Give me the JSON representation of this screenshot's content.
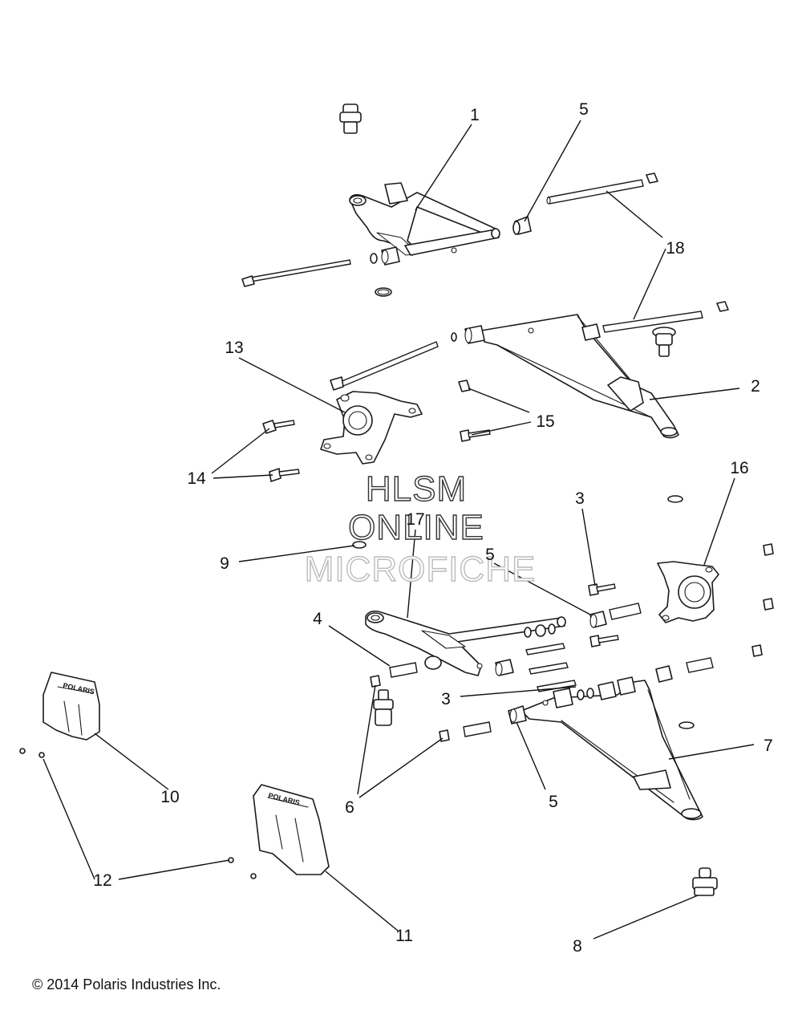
{
  "callouts": {
    "c1": "1",
    "c5a": "5",
    "c18": "18",
    "c13": "13",
    "c2": "2",
    "c15": "15",
    "c14": "14",
    "c16": "16",
    "c3a": "3",
    "c17": "17",
    "c9": "9",
    "c5b": "5",
    "c4": "4",
    "c3b": "3",
    "c7": "7",
    "c10": "10",
    "c6": "6",
    "c5c": "5",
    "c12": "12",
    "c11": "11",
    "c8": "8"
  },
  "watermark": {
    "line1": "HLSM",
    "line2": "ONLINE",
    "line3": "MICROFICHE"
  },
  "guard_brand": "POLARIS",
  "copyright": "© 2014 Polaris Industries Inc."
}
